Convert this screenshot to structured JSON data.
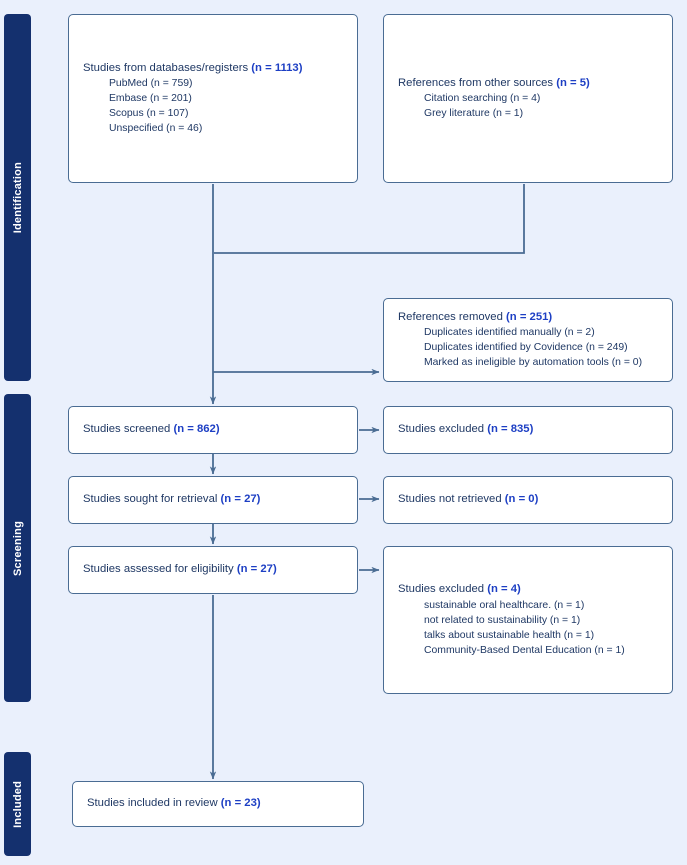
{
  "diagram": {
    "type": "prisma-flow-diagram",
    "background_color": "#eaf0fc",
    "box_border_color": "#4a6c93",
    "phase_bar_color": "#14306e",
    "text_color": "#1f3864",
    "count_color": "#1d3fc4"
  },
  "phases": [
    {
      "label": "Identification"
    },
    {
      "label": "Screening"
    },
    {
      "label": "Included"
    }
  ],
  "boxes": {
    "databases": {
      "title": "Studies from databases/registers",
      "count": "(n = 1113)",
      "items": [
        "PubMed (n = 759)",
        "Embase (n = 201)",
        "Scopus (n = 107)",
        "Unspecified (n = 46)"
      ]
    },
    "other_sources": {
      "title": "References from other sources",
      "count": "(n = 5)",
      "items": [
        "Citation searching (n = 4)",
        "Grey literature (n = 1)"
      ]
    },
    "references_removed": {
      "title": "References removed",
      "count": "(n = 251)",
      "items": [
        "Duplicates identified manually (n = 2)",
        "Duplicates identified by Covidence (n = 249)",
        "Marked as ineligible by automation tools (n = 0)"
      ]
    },
    "screened": {
      "title": "Studies screened",
      "count": "(n = 862)",
      "items": []
    },
    "excluded_screened": {
      "title": "Studies excluded",
      "count": "(n = 835)",
      "items": []
    },
    "sought": {
      "title": "Studies sought for retrieval",
      "count": "(n = 27)",
      "items": []
    },
    "not_retrieved": {
      "title": "Studies not retrieved",
      "count": "(n = 0)",
      "items": []
    },
    "assessed": {
      "title": "Studies assessed for eligibility",
      "count": "(n = 27)",
      "items": []
    },
    "excluded_eligibility": {
      "title": "Studies excluded",
      "count": "(n = 4)",
      "items": [
        "sustainable oral healthcare. (n = 1)",
        "not related to sustainability (n = 1)",
        "talks about sustainable health (n = 1)",
        "Community-Based Dental Education (n = 1)"
      ]
    },
    "included": {
      "title": "Studies included in review",
      "count": "(n = 23)",
      "items": []
    }
  }
}
